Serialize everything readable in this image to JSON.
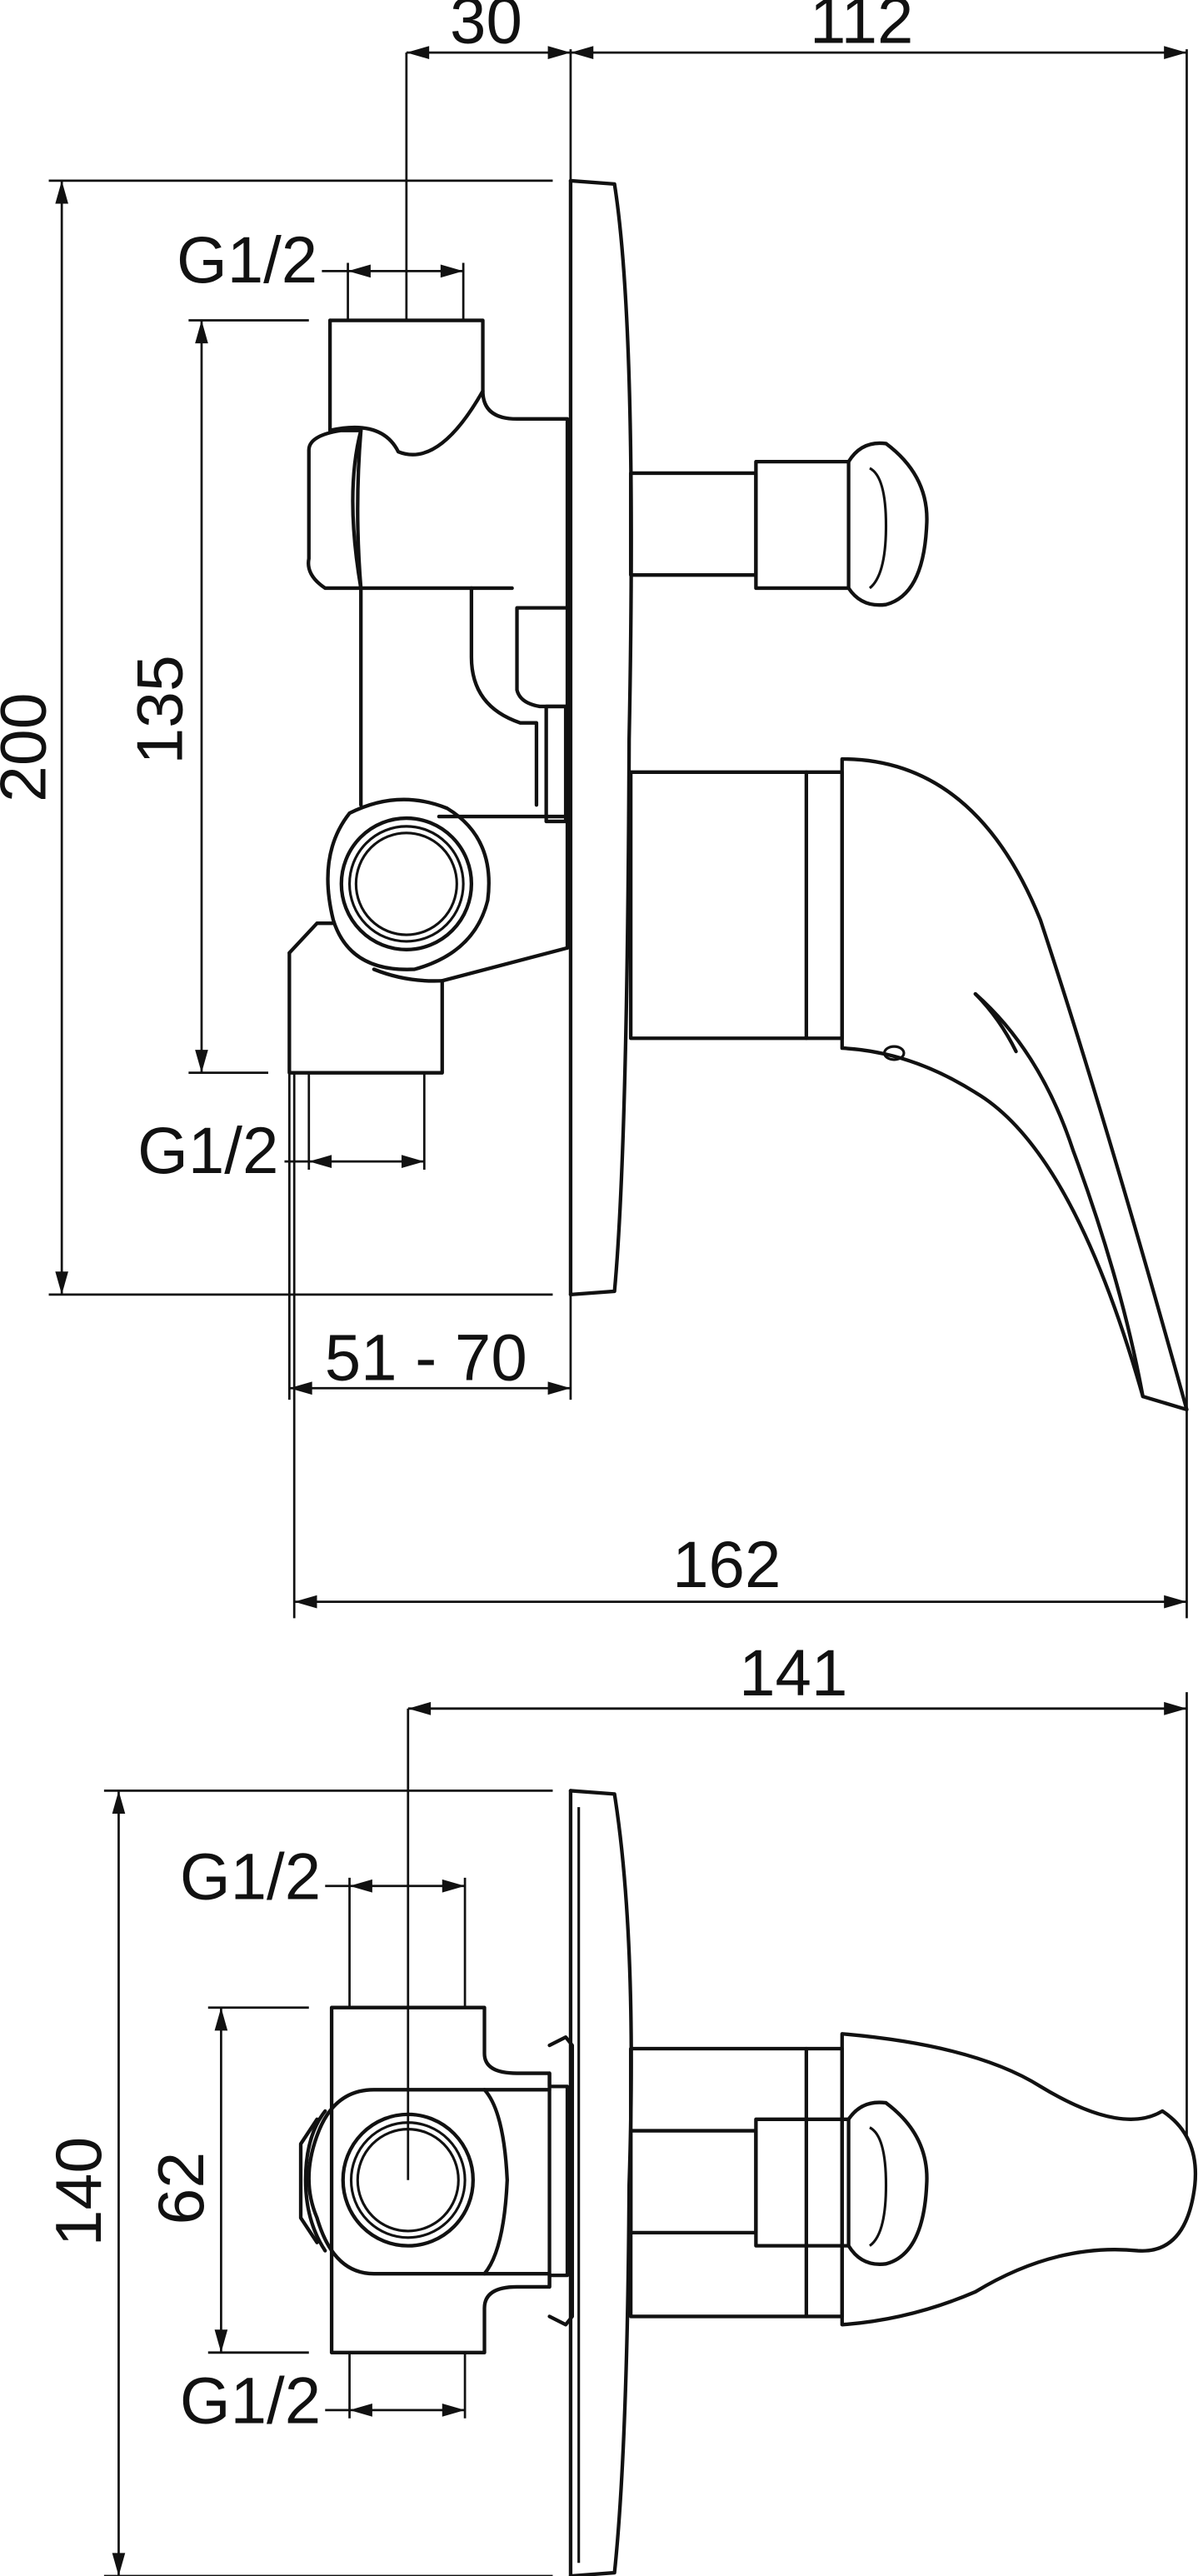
{
  "side_view": {
    "dimensions": {
      "top_left": "30",
      "top_right": "112",
      "overall_height": "200",
      "inlet_spacing": "135",
      "inlet_top": "G1/2",
      "inlet_bottom": "G1/2",
      "installation_depth": "51 - 70",
      "overall_length": "162"
    }
  },
  "bottom_view": {
    "dimensions": {
      "spout_projection": "141",
      "overall_height": "140",
      "inlet_spacing": "62",
      "inlet_top": "G1/2",
      "inlet_bottom": "G1/2"
    }
  }
}
